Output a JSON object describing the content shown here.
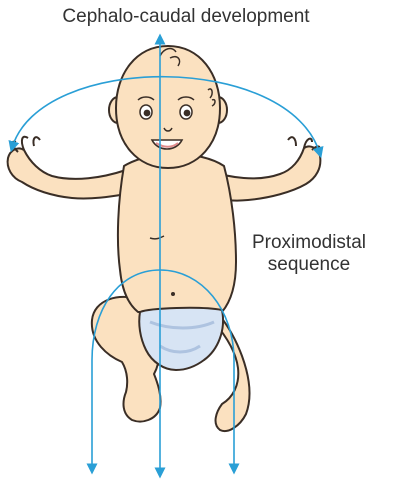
{
  "diagram": {
    "title": "Cephalo-caudal development",
    "side_label": {
      "line1": "Proximodistal",
      "line2": "sequence"
    },
    "colors": {
      "arrow": "#2a9fd6",
      "skin": "#fbe1c0",
      "outline": "#3a2e26",
      "diaper": "#d7e4f4",
      "diaper_shade": "#aec3e0",
      "text": "#333333"
    }
  }
}
